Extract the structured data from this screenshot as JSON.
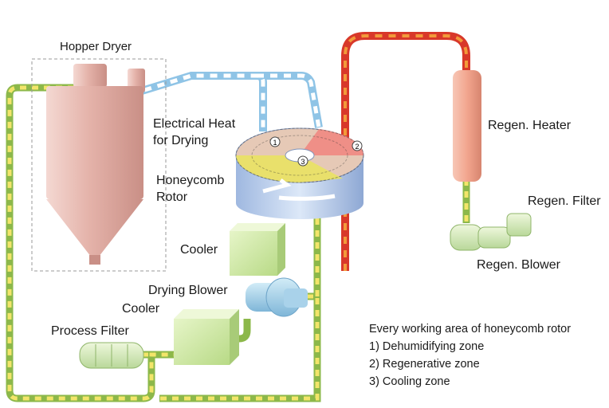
{
  "labels": {
    "hopper_dryer": "Hopper Dryer",
    "electrical_heat_line1": "Electrical Heat",
    "electrical_heat_line2": "for Drying",
    "honeycomb_rotor_line1": "Honeycomb",
    "honeycomb_rotor_line2": "Rotor",
    "cooler_upper": "Cooler",
    "drying_blower": "Drying Blower",
    "cooler_lower": "Cooler",
    "process_filter": "Process Filter",
    "regen_heater": "Regen. Heater",
    "regen_filter": "Regen. Filter",
    "regen_blower": "Regen. Blower"
  },
  "rotor_zone_markers": [
    "1",
    "2",
    "3"
  ],
  "legend": {
    "title": "Every working area of honeycomb rotor",
    "items": [
      "1) Dehumidifying zone",
      "2) Regenerative zone",
      "3) Cooling zone"
    ]
  },
  "colors": {
    "dry_air_pipe": "#c9d84a",
    "hot_air_pipe": "#8fc4e6",
    "regen_air_pipe": "#d8382a",
    "hopper": "#e3b5ad",
    "heater": "#f0a891",
    "cooler": "#cfe8a0",
    "rotor": "#b9cdea"
  }
}
